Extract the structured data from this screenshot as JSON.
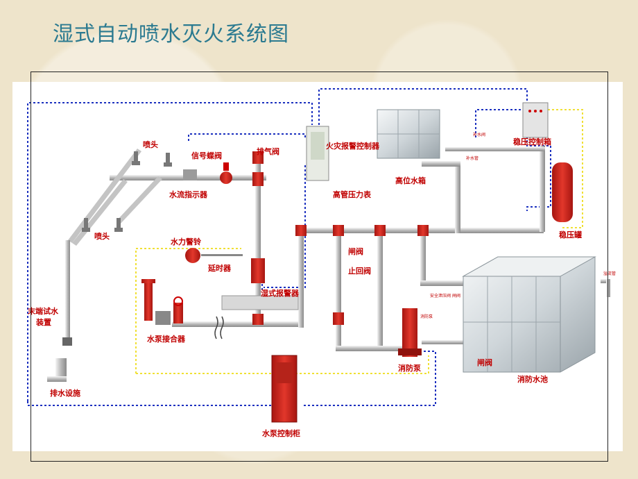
{
  "title": "湿式自动喷水灭火系统图",
  "labels": {
    "nozzle_top": "喷头",
    "nozzle_mid": "喷头",
    "signal_valve": "信号蝶阀",
    "exhaust_valve": "排气阀",
    "fire_alarm_panel": "火灾报警控制器",
    "flow_indicator": "水流指示器",
    "high_pressure_gauge": "高管压力表",
    "high_tank": "高位水箱",
    "pressure_control_box": "稳压控制箱",
    "pressure_tank": "稳压罐",
    "water_bell": "水力警铃",
    "delay": "延时器",
    "wet_alarm_valve": "湿式报警器",
    "gate_valve_1": "闸阀",
    "check_valve": "止回阀",
    "end_test_line1": "末端试水",
    "end_test_line2": "装置",
    "pump_adapter": "水泵接合器",
    "fire_pump": "消防泵",
    "gate_valve_2": "闸阀",
    "fire_pool": "消防水池",
    "drain": "排水设施",
    "pump_cabinet": "水泵控制柜"
  },
  "small_labels": {
    "overflow_pipe": "溢流管",
    "safety_valve": "安全泄压阀",
    "relief": "闸阀",
    "tank_a": "补水阀",
    "tank_b": "补水管",
    "pump_sm": "消防泵"
  },
  "colors": {
    "title": "#2b7a90",
    "label": "#c00000",
    "signal_line": "#1a2fbf",
    "power_line": "#f5e642",
    "pipe": "#cfcfcf",
    "pipe_red": "#d42a1f"
  }
}
